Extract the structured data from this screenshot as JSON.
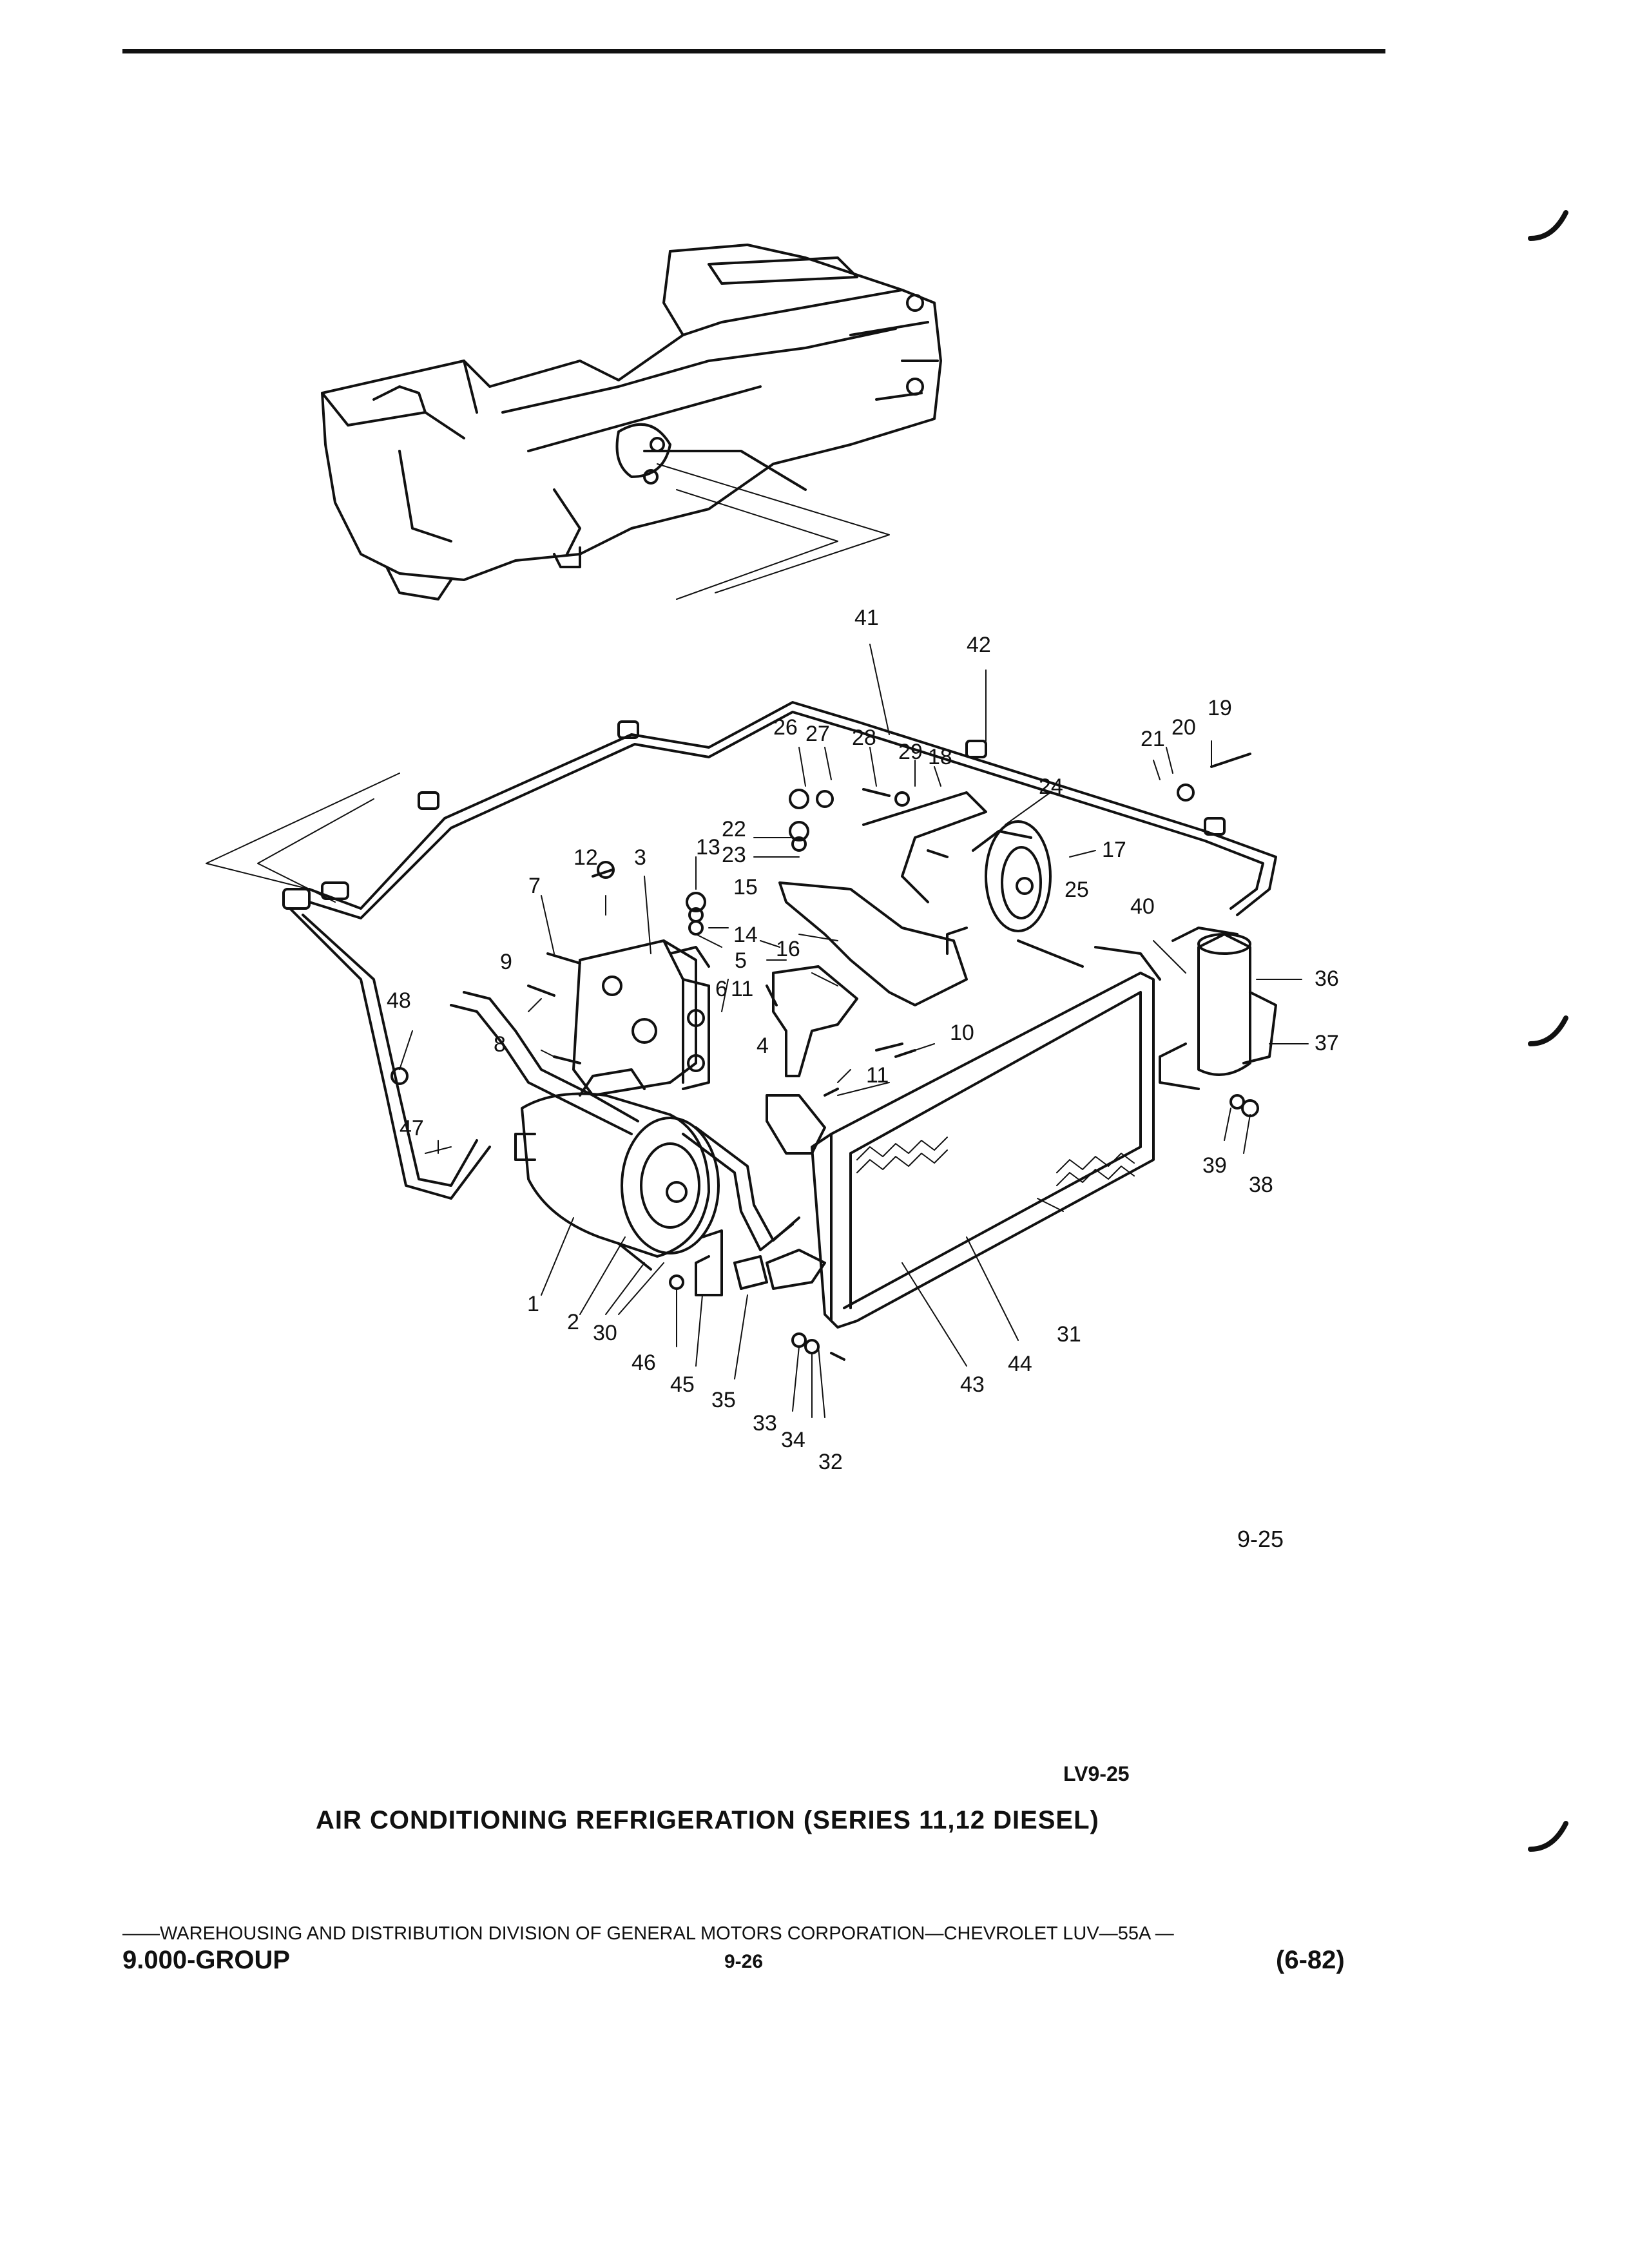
{
  "diagram": {
    "callouts": [
      "1",
      "2",
      "3",
      "4",
      "5",
      "6",
      "7",
      "8",
      "9",
      "10",
      "11",
      "11",
      "11",
      "12",
      "13",
      "14",
      "15",
      "16",
      "17",
      "18",
      "19",
      "20",
      "21",
      "22",
      "23",
      "24",
      "25",
      "26",
      "27",
      "28",
      "29",
      "30",
      "31",
      "32",
      "33",
      "34",
      "35",
      "36",
      "37",
      "38",
      "39",
      "40",
      "41",
      "42",
      "43",
      "44",
      "45",
      "46",
      "47",
      "48"
    ]
  },
  "figure": {
    "number": "9-25",
    "code": "LV9-25",
    "caption": "AIR CONDITIONING REFRIGERATION (SERIES 11,12 DIESEL)"
  },
  "footer": {
    "division": "——WAREHOUSING AND DISTRIBUTION DIVISION OF GENERAL MOTORS CORPORATION—CHEVROLET LUV—55A —",
    "group": "9.000-GROUP",
    "page": "9-26",
    "date": "(6-82)"
  }
}
